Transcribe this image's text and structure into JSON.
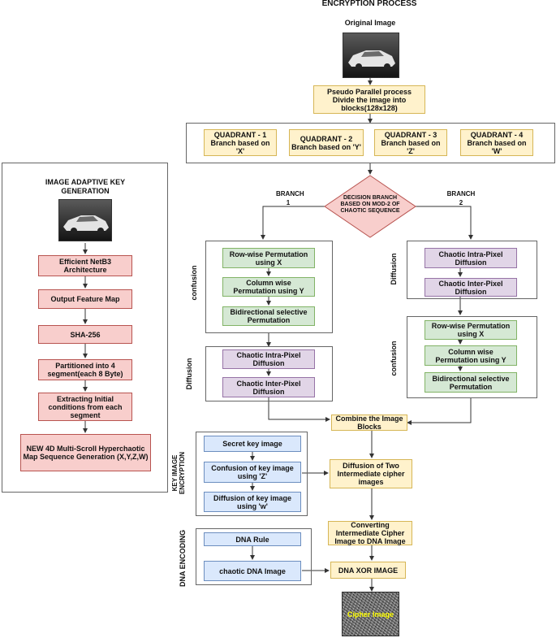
{
  "title": "ENCRYPTION PROCESS",
  "original_image_label": "Original Image",
  "pseudo_parallel": "Pseudo Parallel process Divide the image into blocks(128x128)",
  "quadrants": [
    "QUADRANT - 1 Branch based on 'X'",
    "QUADRANT - 2 Branch based on 'Y'",
    "QUADRANT - 3 Branch based on 'Z'",
    "QUADRANT - 4 Branch based on 'W'"
  ],
  "decision": "DECISION BRANCH BASED ON MOD-2 OF CHAOTIC SEQUENCE",
  "branch1": "BRANCH 1",
  "branch2": "BRANCH 2",
  "key_gen": {
    "title": "IMAGE ADAPTIVE KEY GENERATION",
    "steps": [
      "Efficient NetB3 Architecture",
      "Output Feature Map",
      "SHA-256",
      "Partitioned into 4 segment(each 8 Byte)",
      "Extracting Initial conditions from each segment",
      "NEW 4D Multi-Scroll Hyperchaotic Map Sequence Generation (X,Y,Z,W)"
    ]
  },
  "left_confusion": {
    "label": "confusion",
    "steps": [
      "Row-wise Permutation using X",
      "Column wise Permutation using Y",
      "Bidirectional selective Permutation"
    ]
  },
  "left_diffusion": {
    "label": "Diffusion",
    "steps": [
      "Chaotic Intra-Pixel Diffusion",
      "Chaotic Inter-Pixel Diffusion"
    ]
  },
  "right_diffusion": {
    "label": "Diffusion",
    "steps": [
      "Chaotic Intra-Pixel Diffusion",
      "Chaotic Inter-Pixel Diffusion"
    ]
  },
  "right_confusion": {
    "label": "confusion",
    "steps": [
      "Row-wise Permutation using X",
      "Column wise Permutation using Y",
      "Bidirectional selective Permutation"
    ]
  },
  "combine": "Combine the Image Blocks",
  "key_image_encryption": {
    "label": "KEY IMAGE ENCRYPTION",
    "steps": [
      "Secret key image",
      "Confusion of key image using 'Z'",
      "Diffusion of key image using 'w'"
    ]
  },
  "diffusion_two": "Diffusion of Two Intermediate cipher images",
  "dna_encoding": {
    "label": "DNA ENCODING",
    "steps": [
      "DNA Rule",
      "chaotic DNA Image"
    ]
  },
  "converting": "Converting Intermediate Cipher Image to DNA Image",
  "dna_xor": "DNA XOR IMAGE",
  "cipher_image_label": "Cipher Image",
  "colors": {
    "yellow": "#fff2cc",
    "pink": "#f8cecc",
    "green": "#d5e8d4",
    "purple": "#e1d5e7",
    "blue": "#dae8fc",
    "cipher_text": "#ffff00"
  }
}
